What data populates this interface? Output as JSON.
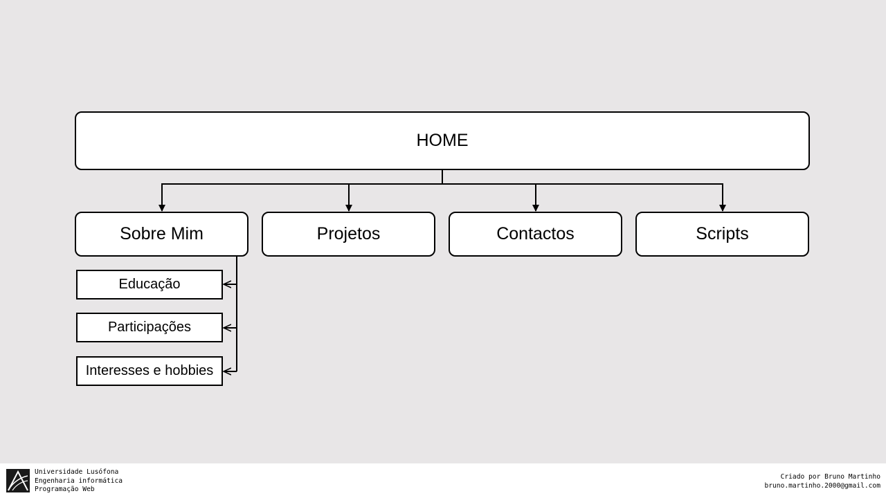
{
  "sitemap": {
    "root": "HOME",
    "sections": [
      "Sobre Mim",
      "Projetos",
      "Contactos",
      "Scripts"
    ],
    "subsections": {
      "parent": "Sobre Mim",
      "items": [
        "Educação",
        "Participações",
        "Interesses e hobbies"
      ]
    }
  },
  "footer": {
    "university": "Universidade Lusófona",
    "course": "Engenharia informática",
    "subject": "Programação Web",
    "created_by": "Criado por Bruno Martinho",
    "email": "bruno.martinho.2000@gmail.com"
  },
  "colors": {
    "background": "#e8e6e7",
    "box_fill": "#ffffff",
    "stroke": "#000000"
  },
  "icons": {
    "logo": "university-logo-icon"
  }
}
